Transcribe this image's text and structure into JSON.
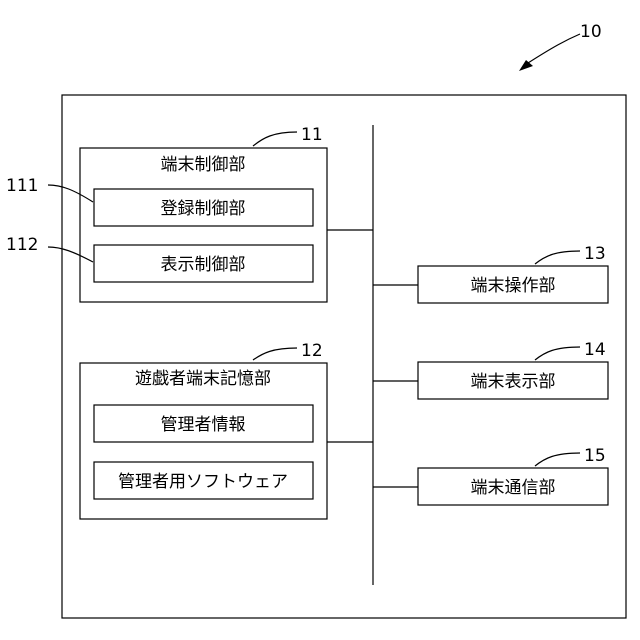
{
  "figure": {
    "device_ref": "10",
    "terminal_controller": {
      "ref": "11",
      "label": "端末制御部",
      "registration": {
        "ref": "111",
        "label": "登録制御部"
      },
      "display_control": {
        "ref": "112",
        "label": "表示制御部"
      }
    },
    "storage": {
      "ref": "12",
      "label": "遊戯者端末記憶部",
      "admin_info": {
        "label": "管理者情報"
      },
      "admin_software": {
        "label": "管理者用ソフトウェア"
      }
    },
    "operation": {
      "ref": "13",
      "label": "端末操作部"
    },
    "display": {
      "ref": "14",
      "label": "端末表示部"
    },
    "communication": {
      "ref": "15",
      "label": "端末通信部"
    }
  }
}
